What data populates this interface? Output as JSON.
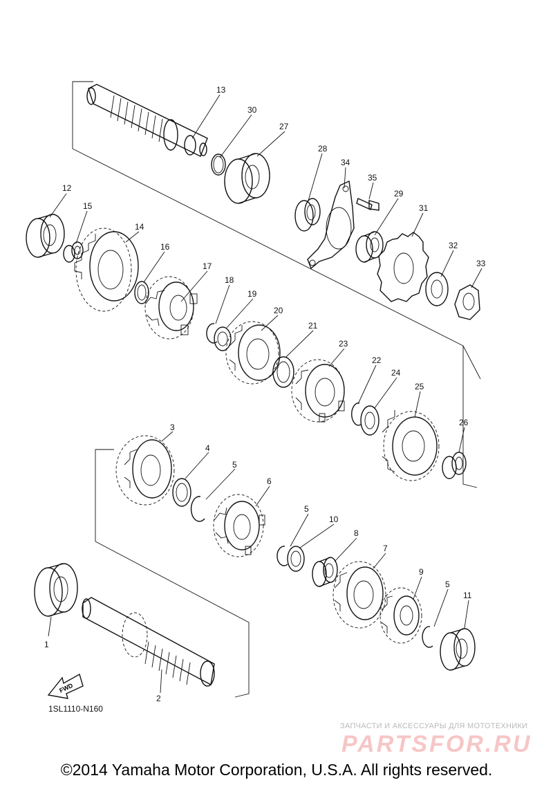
{
  "diagram": {
    "code": "1SL1110-N160",
    "fwd_label": "FWD",
    "copyright": "©2014 Yamaha Motor Corporation, U.S.A. All rights reserved."
  },
  "watermark": {
    "caption": "ЗАПЧАСТИ И АКСЕССУАРЫ ДЛЯ МОТОТЕХНИКИ",
    "logo": "PARTSFOR.RU"
  },
  "parts": [
    {
      "num": "1"
    },
    {
      "num": "2"
    },
    {
      "num": "3"
    },
    {
      "num": "4"
    },
    {
      "num": "5"
    },
    {
      "num": "6"
    },
    {
      "num": "7"
    },
    {
      "num": "8"
    },
    {
      "num": "9"
    },
    {
      "num": "10"
    },
    {
      "num": "11"
    },
    {
      "num": "12"
    },
    {
      "num": "13"
    },
    {
      "num": "14"
    },
    {
      "num": "15"
    },
    {
      "num": "16"
    },
    {
      "num": "17"
    },
    {
      "num": "18"
    },
    {
      "num": "19"
    },
    {
      "num": "20"
    },
    {
      "num": "21"
    },
    {
      "num": "22"
    },
    {
      "num": "23"
    },
    {
      "num": "24"
    },
    {
      "num": "25"
    },
    {
      "num": "26"
    },
    {
      "num": "27"
    },
    {
      "num": "28"
    },
    {
      "num": "29"
    },
    {
      "num": "30"
    },
    {
      "num": "31"
    },
    {
      "num": "32"
    },
    {
      "num": "33"
    },
    {
      "num": "34"
    },
    {
      "num": "35"
    }
  ]
}
